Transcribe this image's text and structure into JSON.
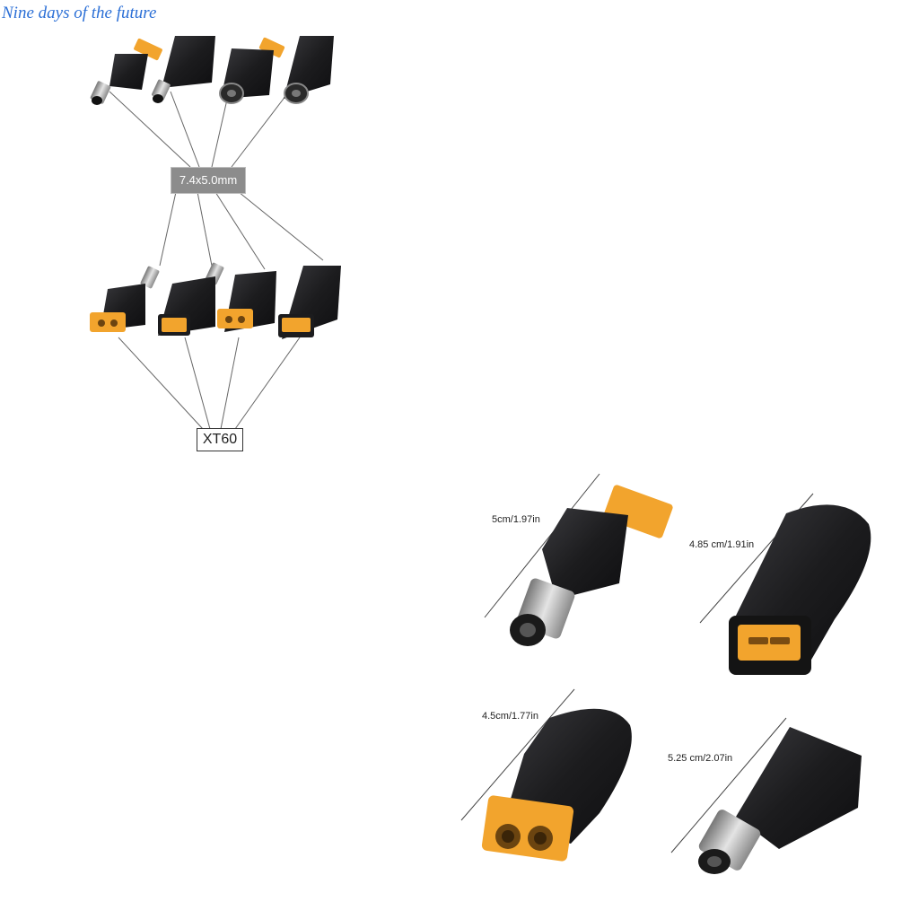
{
  "watermark": "Nine days of the future",
  "callouts": {
    "barrel_size": "7.4x5.0mm",
    "connector_type": "XT60"
  },
  "dimensions": [
    "5cm/1.97in",
    "4.85 cm/1.91in",
    "4.5cm/1.77in",
    "5.25 cm/2.07in"
  ],
  "colors": {
    "connector_body": "#1c1c1e",
    "xt60_housing": "#f2a42d",
    "barrel_metal": "#c8c8c8",
    "watermark": "#2b6fd6",
    "callout_grey": "#8c8c8c"
  }
}
